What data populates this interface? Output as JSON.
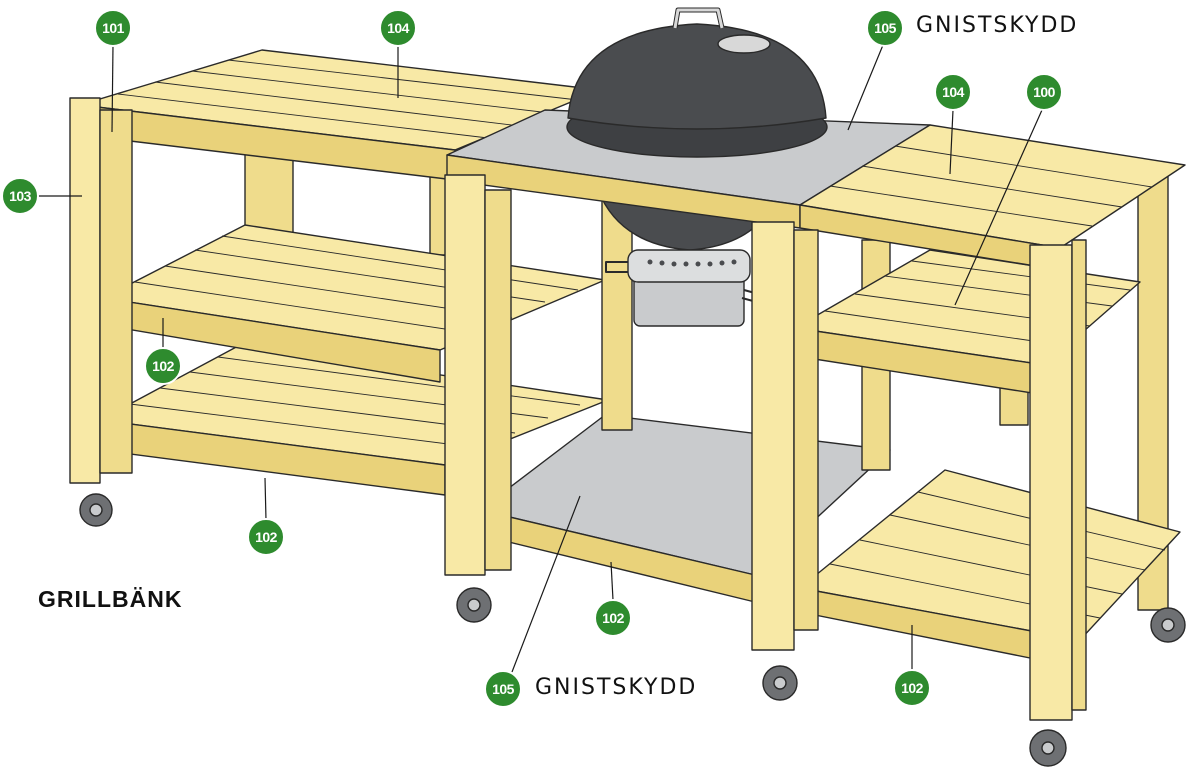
{
  "title": "GRILLBÄNK",
  "callouts": [
    {
      "id": "c101",
      "number": "101"
    },
    {
      "id": "c104a",
      "number": "104"
    },
    {
      "id": "c105a",
      "number": "105",
      "text": "GNISTSKYDD"
    },
    {
      "id": "c104b",
      "number": "104"
    },
    {
      "id": "c100",
      "number": "100"
    },
    {
      "id": "c103",
      "number": "103"
    },
    {
      "id": "c102a",
      "number": "102"
    },
    {
      "id": "c102b",
      "number": "102"
    },
    {
      "id": "c102c",
      "number": "102"
    },
    {
      "id": "c102d",
      "number": "102"
    },
    {
      "id": "c105b",
      "number": "105",
      "text": "GNISTSKYDD"
    }
  ],
  "colors": {
    "wood": "#f8e9a6",
    "wood_dark": "#e9d27a",
    "metal": "#c9cbcd",
    "grill": "#4a4c4f",
    "badge": "#2e8b2e"
  }
}
